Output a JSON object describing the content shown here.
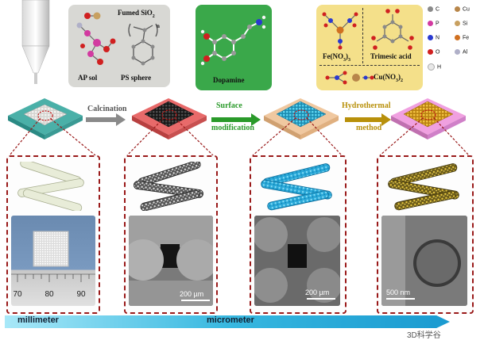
{
  "precursors": {
    "fumed_sio2": "Fumed SiO",
    "fumed_sio2_sub": "2",
    "ap_sol": "AP sol",
    "ps_sphere": "PS sphere",
    "ps_n": "n"
  },
  "dopamine": {
    "label": "Dopamine"
  },
  "mof_precursors": {
    "fe_no3": "Fe(NO",
    "fe_no3_sub": "3",
    "fe_no3_end": ")",
    "fe_no3_sub2": "3",
    "trimesic": "Trimesic acid",
    "cu_no3": "Cu(NO",
    "cu_no3_sub": "3",
    "cu_no3_end": ")",
    "cu_no3_sub2": "2"
  },
  "legend": [
    {
      "symbol": "C",
      "color": "#8a8a8a"
    },
    {
      "symbol": "Cu",
      "color": "#b8864a"
    },
    {
      "symbol": "P",
      "color": "#d23aa0"
    },
    {
      "symbol": "Si",
      "color": "#c8a060"
    },
    {
      "symbol": "N",
      "color": "#2a3ad0"
    },
    {
      "symbol": "Fe",
      "color": "#d07020"
    },
    {
      "symbol": "O",
      "color": "#d02020"
    },
    {
      "symbol": "Al",
      "color": "#b0b0c8"
    },
    {
      "symbol": "H",
      "color": "#e8e8e8"
    }
  ],
  "steps": {
    "calcination": "Calcination",
    "surface_1": "Surface",
    "surface_2": "modification",
    "hydro_1": "Hydrothermal",
    "hydro_2": "method"
  },
  "ruler": {
    "t70": "70",
    "t80": "80",
    "t90": "90"
  },
  "scalebars": {
    "s1": "200 µm",
    "s2": "200 µm",
    "s3": "500 nm"
  },
  "bottom_bar": {
    "left": "millimeter",
    "right": "micrometer"
  },
  "watermark": "3D科学谷",
  "colors": {
    "gray_block": "#cfd0cc",
    "blue_block": "#3ab8d8",
    "yellow_block": "#e0a820",
    "green_arrow": "#2a9a2a",
    "gold_arrow": "#b8900a"
  }
}
